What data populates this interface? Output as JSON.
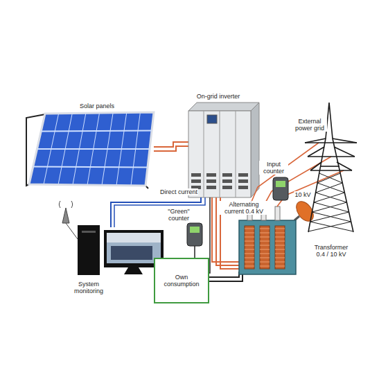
{
  "diagram": {
    "nodes": [
      {
        "text": [
          "Own consumption"
        ]
      }
    ],
    "labels": [
      "Solar panels",
      "On-grid inverter",
      "External power grid",
      "Direct current",
      "Alternating current 0.4 kV",
      "Input counter",
      "10 kV",
      "\"Green\" counter",
      "Transformer 0.4 / 10 kV",
      "System monitoring"
    ]
  }
}
